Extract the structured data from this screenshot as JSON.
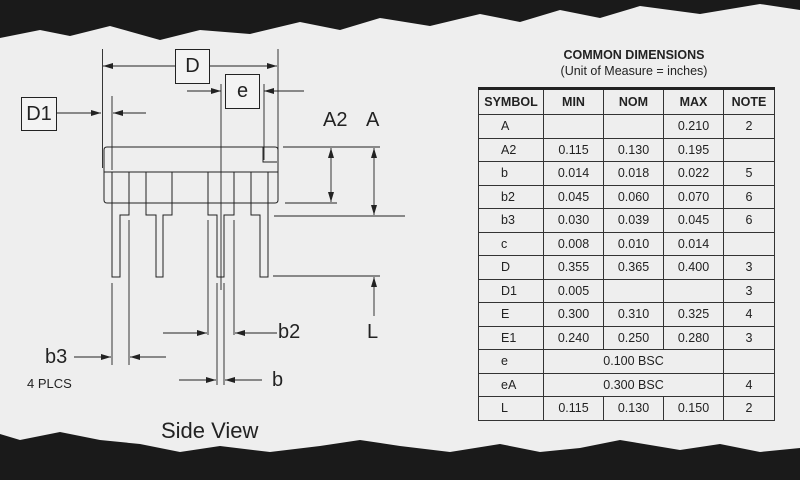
{
  "diagram": {
    "title": "Side View",
    "labels": {
      "D": "D",
      "e": "e",
      "D1": "D1",
      "A2": "A2",
      "A": "A",
      "L": "L",
      "b2": "b2",
      "b3": "b3",
      "b3_note": "4 PLCS",
      "b": "b"
    }
  },
  "table": {
    "title": "COMMON DIMENSIONS",
    "subtitle": "(Unit of Measure = inches)",
    "headers": [
      "SYMBOL",
      "MIN",
      "NOM",
      "MAX",
      "NOTE"
    ],
    "rows": [
      {
        "symbol": "A",
        "min": "",
        "nom": "",
        "max": "0.210",
        "note": "2"
      },
      {
        "symbol": "A2",
        "min": "0.115",
        "nom": "0.130",
        "max": "0.195",
        "note": ""
      },
      {
        "symbol": "b",
        "min": "0.014",
        "nom": "0.018",
        "max": "0.022",
        "note": "5"
      },
      {
        "symbol": "b2",
        "min": "0.045",
        "nom": "0.060",
        "max": "0.070",
        "note": "6"
      },
      {
        "symbol": "b3",
        "min": "0.030",
        "nom": "0.039",
        "max": "0.045",
        "note": "6"
      },
      {
        "symbol": "c",
        "min": "0.008",
        "nom": "0.010",
        "max": "0.014",
        "note": ""
      },
      {
        "symbol": "D",
        "min": "0.355",
        "nom": "0.365",
        "max": "0.400",
        "note": "3"
      },
      {
        "symbol": "D1",
        "min": "0.005",
        "nom": "",
        "max": "",
        "note": "3"
      },
      {
        "symbol": "E",
        "min": "0.300",
        "nom": "0.310",
        "max": "0.325",
        "note": "4"
      },
      {
        "symbol": "E1",
        "min": "0.240",
        "nom": "0.250",
        "max": "0.280",
        "note": "3"
      },
      {
        "symbol": "e",
        "span": "0.100 BSC",
        "note": ""
      },
      {
        "symbol": "eA",
        "span": "0.300 BSC",
        "note": "4"
      },
      {
        "symbol": "L",
        "min": "0.115",
        "nom": "0.130",
        "max": "0.150",
        "note": "2"
      }
    ]
  }
}
